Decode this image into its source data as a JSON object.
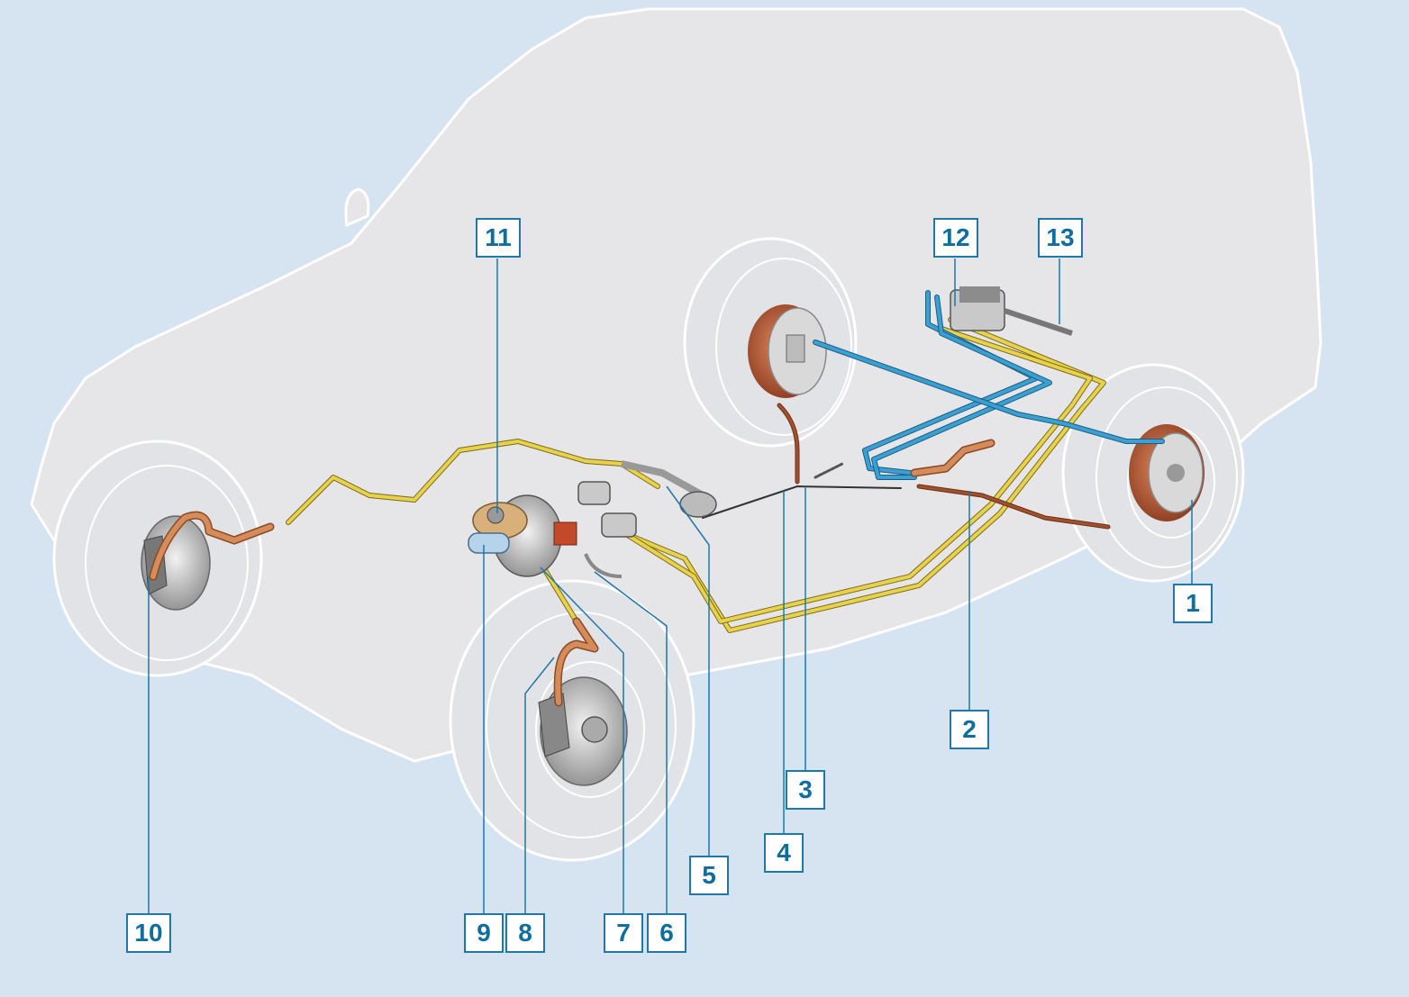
{
  "diagram": {
    "callouts": [
      {
        "id": "c1",
        "label": "1"
      },
      {
        "id": "c2",
        "label": "2"
      },
      {
        "id": "c3",
        "label": "3"
      },
      {
        "id": "c4",
        "label": "4"
      },
      {
        "id": "c5",
        "label": "5"
      },
      {
        "id": "c6",
        "label": "6"
      },
      {
        "id": "c7",
        "label": "7"
      },
      {
        "id": "c8",
        "label": "8"
      },
      {
        "id": "c9",
        "label": "9"
      },
      {
        "id": "c10",
        "label": "10"
      },
      {
        "id": "c11",
        "label": "11"
      },
      {
        "id": "c12",
        "label": "12"
      },
      {
        "id": "c13",
        "label": "13"
      }
    ]
  },
  "colors": {
    "background": "#d6e3f0",
    "car_body": "#e6e6e8",
    "car_outline": "#ffffff",
    "wheel": "#e2e3e6",
    "brake_line_yellow": "#e8d24a",
    "brake_line_blue": "#3b9fd1",
    "hose_copper": "#c97a4a",
    "cable_brown": "#9a4a2a",
    "callout_border": "#1e78a8",
    "callout_text": "#0f6e9e"
  }
}
